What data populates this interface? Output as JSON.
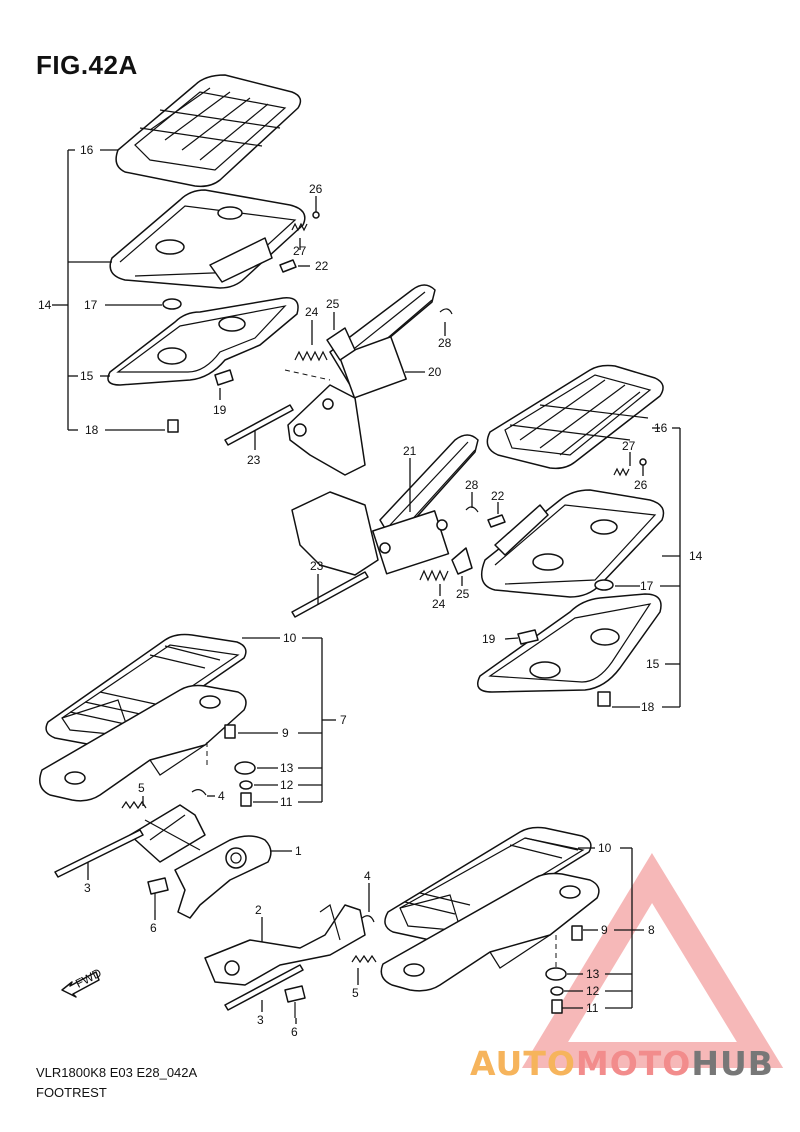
{
  "figure": {
    "title": "FIG.42A",
    "code": "VLR1800K8 E03 E28_042A",
    "name": "FOOTREST",
    "fwd_label": "FWD"
  },
  "watermark": {
    "part1": "AUTO",
    "part2": "MOTO",
    "part3": "HUB",
    "colors": {
      "auto": "#f6b45c",
      "moto": "#f28c8c",
      "hub": "#777777",
      "triangle": "#f3a0a0"
    }
  },
  "callouts": {
    "top_left": [
      "16",
      "26",
      "27",
      "22",
      "14",
      "17",
      "24",
      "25",
      "28",
      "15",
      "20",
      "19",
      "18",
      "23"
    ],
    "middle_right": [
      "21",
      "16",
      "27",
      "26",
      "28",
      "22",
      "14",
      "23",
      "24",
      "25",
      "17",
      "19",
      "15",
      "18"
    ],
    "bottom_left": [
      "10",
      "7",
      "9",
      "13",
      "12",
      "11",
      "5",
      "4",
      "1",
      "3",
      "6"
    ],
    "bottom_right": [
      "2",
      "4",
      "10",
      "9",
      "8",
      "13",
      "12",
      "11",
      "5",
      "3",
      "6"
    ]
  }
}
